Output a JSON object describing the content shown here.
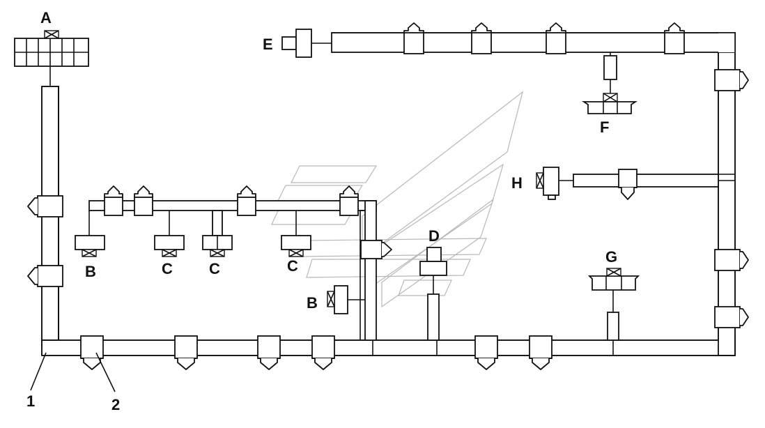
{
  "labels": {
    "A": "A",
    "B1": "B",
    "B2": "B",
    "C1": "C",
    "C2": "C",
    "C3": "C",
    "D": "D",
    "E": "E",
    "F": "F",
    "G": "G",
    "H": "H",
    "n1": "1",
    "n2": "2"
  }
}
